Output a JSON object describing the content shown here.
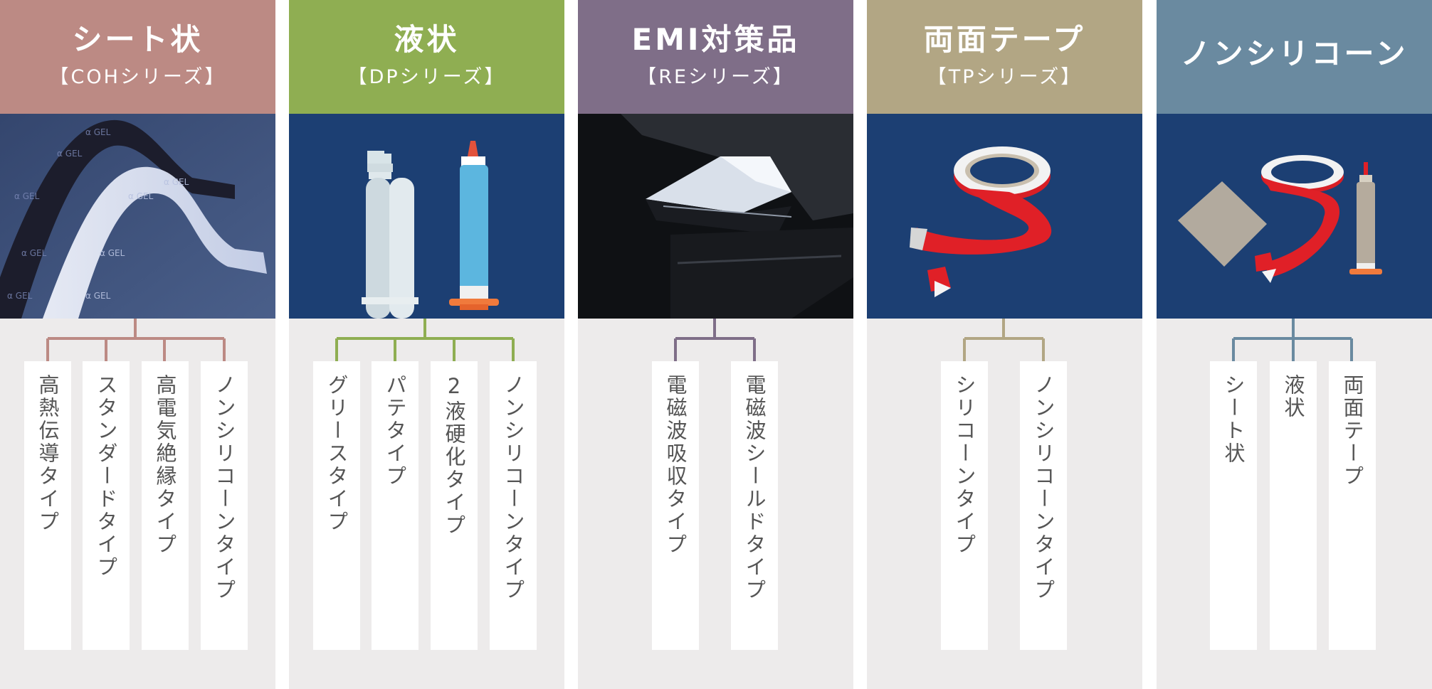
{
  "columns": [
    {
      "id": "sheet",
      "title": "シート状",
      "series": "【COHシリーズ】",
      "header_color": "#bc8a84",
      "line_color": "#bc8a84",
      "photo": "gel-sheet-ribbons",
      "items": [
        "高熱伝導タイプ",
        "スタンダードタイプ",
        "高電気絶縁タイプ",
        "ノンシリコーンタイプ"
      ]
    },
    {
      "id": "liquid",
      "title": "液状",
      "series": "【DPシリーズ】",
      "header_color": "#8fae52",
      "line_color": "#8fae52",
      "photo": "dispensing-cartridges",
      "items": [
        "グリースタイプ",
        "パテタイプ",
        "2液硬化タイプ",
        "ノンシリコーンタイプ"
      ]
    },
    {
      "id": "emi",
      "title": "EMI対策品",
      "series": "【REシリーズ】",
      "header_color": "#7f6e88",
      "line_color": "#7f6e88",
      "photo": "emi-sheet",
      "items": [
        "電磁波吸収タイプ",
        "電磁波シールドタイプ"
      ]
    },
    {
      "id": "tape",
      "title": "両面テープ",
      "series": "【TPシリーズ】",
      "header_color": "#b2a684",
      "line_color": "#b2a684",
      "photo": "double-sided-tape-roll",
      "items": [
        "シリコーンタイプ",
        "ノンシリコーンタイプ"
      ]
    },
    {
      "id": "nonsilicone",
      "title": "ノンシリコーン",
      "series": "",
      "header_color": "#6a8aa0",
      "line_color": "#6a8aa0",
      "photo": "nonsilicone-products",
      "items": [
        "シート状",
        "液状",
        "両面テープ"
      ]
    }
  ]
}
